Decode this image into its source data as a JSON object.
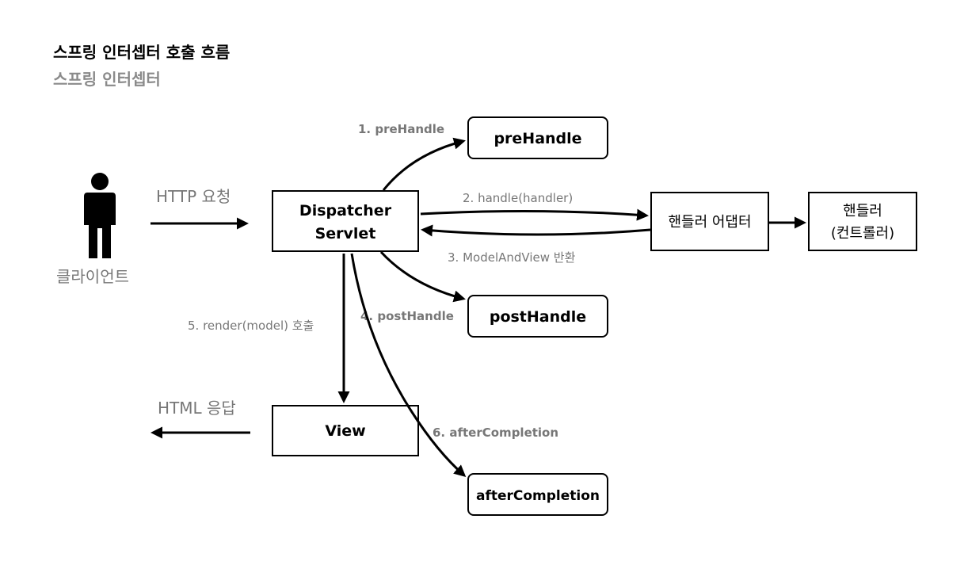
{
  "title": "스프링 인터셉터 호출 흐름",
  "subtitle": "스프링 인터셉터",
  "actors": {
    "client_label": "클라이언트"
  },
  "boxes": {
    "dispatcher_line1": "Dispatcher",
    "dispatcher_line2": "Servlet",
    "prehandle": "preHandle",
    "posthandle": "postHandle",
    "aftercompletion": "afterCompletion",
    "view": "View",
    "handler_adapter": "핸들러 어댑터",
    "handler_line1": "핸들러",
    "handler_line2": "(컨트롤러)"
  },
  "arrows": {
    "http_request": "HTTP 요청",
    "http_response": "HTML 응답",
    "step1": "1. preHandle",
    "step2": "2. handle(handler)",
    "step3": "3. ModelAndView 반환",
    "step4": "4. postHandle",
    "step5": "5. render(model) 호출",
    "step6": "6. afterCompletion"
  }
}
